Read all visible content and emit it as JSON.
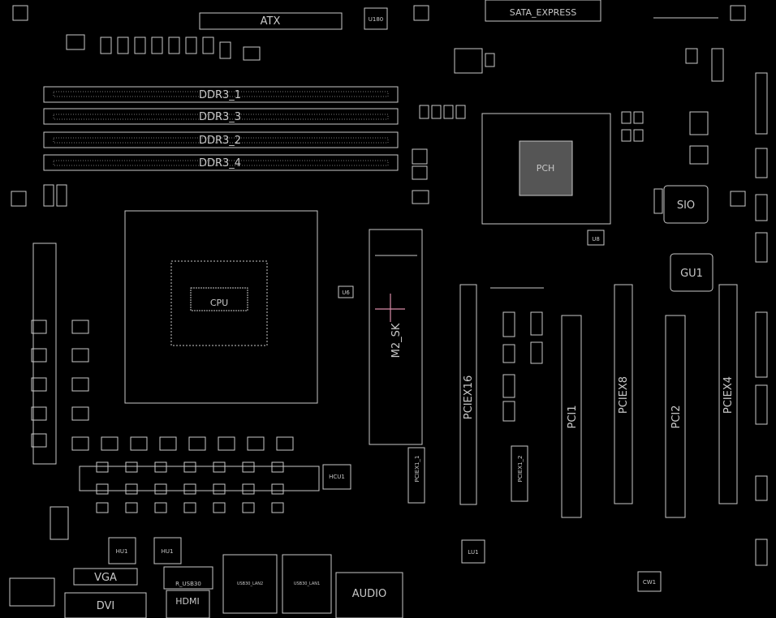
{
  "labels": {
    "atx": "ATX",
    "u180": "U180",
    "sata_express": "SATA_EXPRESS",
    "ddr3_1": "DDR3_1",
    "ddr3_3": "DDR3_3",
    "ddr3_2": "DDR3_2",
    "ddr3_4": "DDR3_4",
    "pchip": "PCH",
    "sio": "SIO",
    "gu1": "GU1",
    "m2_sk": "M2_SK",
    "pciex16": "PCIEX16",
    "pciex1_1": "PCIEX1_1",
    "pciex1_2": "PCIEX1_2",
    "pci1": "PCI1",
    "pciex8": "PCIEX8",
    "pci2": "PCI2",
    "pciex4": "PCIEX4",
    "vga": "VGA",
    "dvi": "DVI",
    "r_usb30": "R_USB30",
    "hdmi": "HDMI",
    "usb30_lan2": "USB30_LAN2",
    "usb30_lan1": "USB30_LAN1",
    "audio": "AUDIO",
    "hu1": "HU1",
    "hu1b": "HU1",
    "hcu1": "HCU1",
    "lu1": "LU1",
    "cw1": "CW1",
    "u8": "U8",
    "u6": "U6",
    "cpu": "CPU"
  },
  "colors": {
    "background": "#000000",
    "trace": "#c8c8c8",
    "marker": "#d98ca8"
  }
}
